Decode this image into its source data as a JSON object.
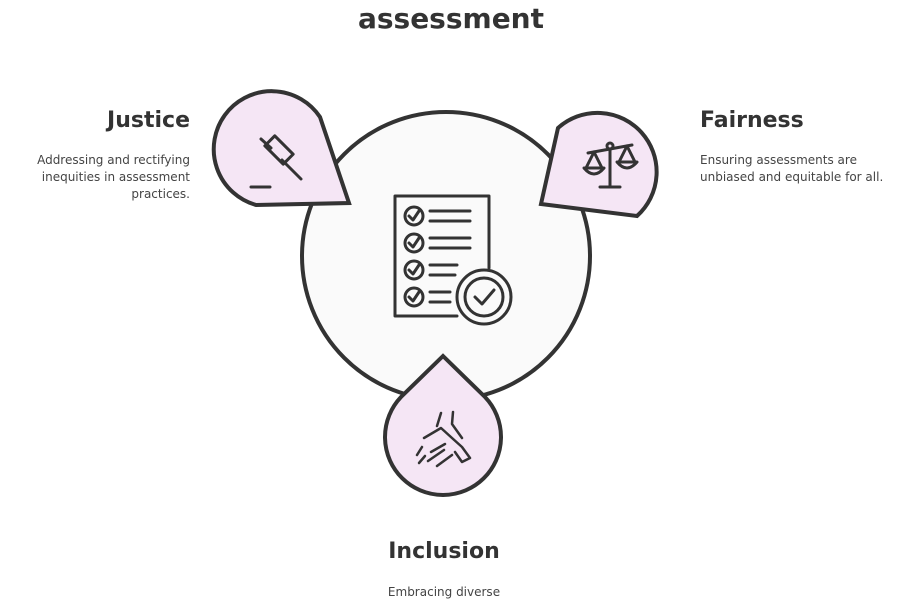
{
  "title": "assessment",
  "center": {
    "icon": "checklist-icon"
  },
  "nodes": [
    {
      "id": "justice",
      "label": "Justice",
      "description": "Addressing and rectifying inequities in assessment practices.",
      "icon": "gavel-icon",
      "color": "#f5e6f5"
    },
    {
      "id": "fairness",
      "label": "Fairness",
      "description": "Ensuring assessments are unbiased and equitable for all.",
      "icon": "scales-icon",
      "color": "#f5e6f5"
    },
    {
      "id": "inclusion",
      "label": "Inclusion",
      "description": "Embracing diverse",
      "icon": "joined-hands-icon",
      "color": "#f5e6f5"
    }
  ]
}
